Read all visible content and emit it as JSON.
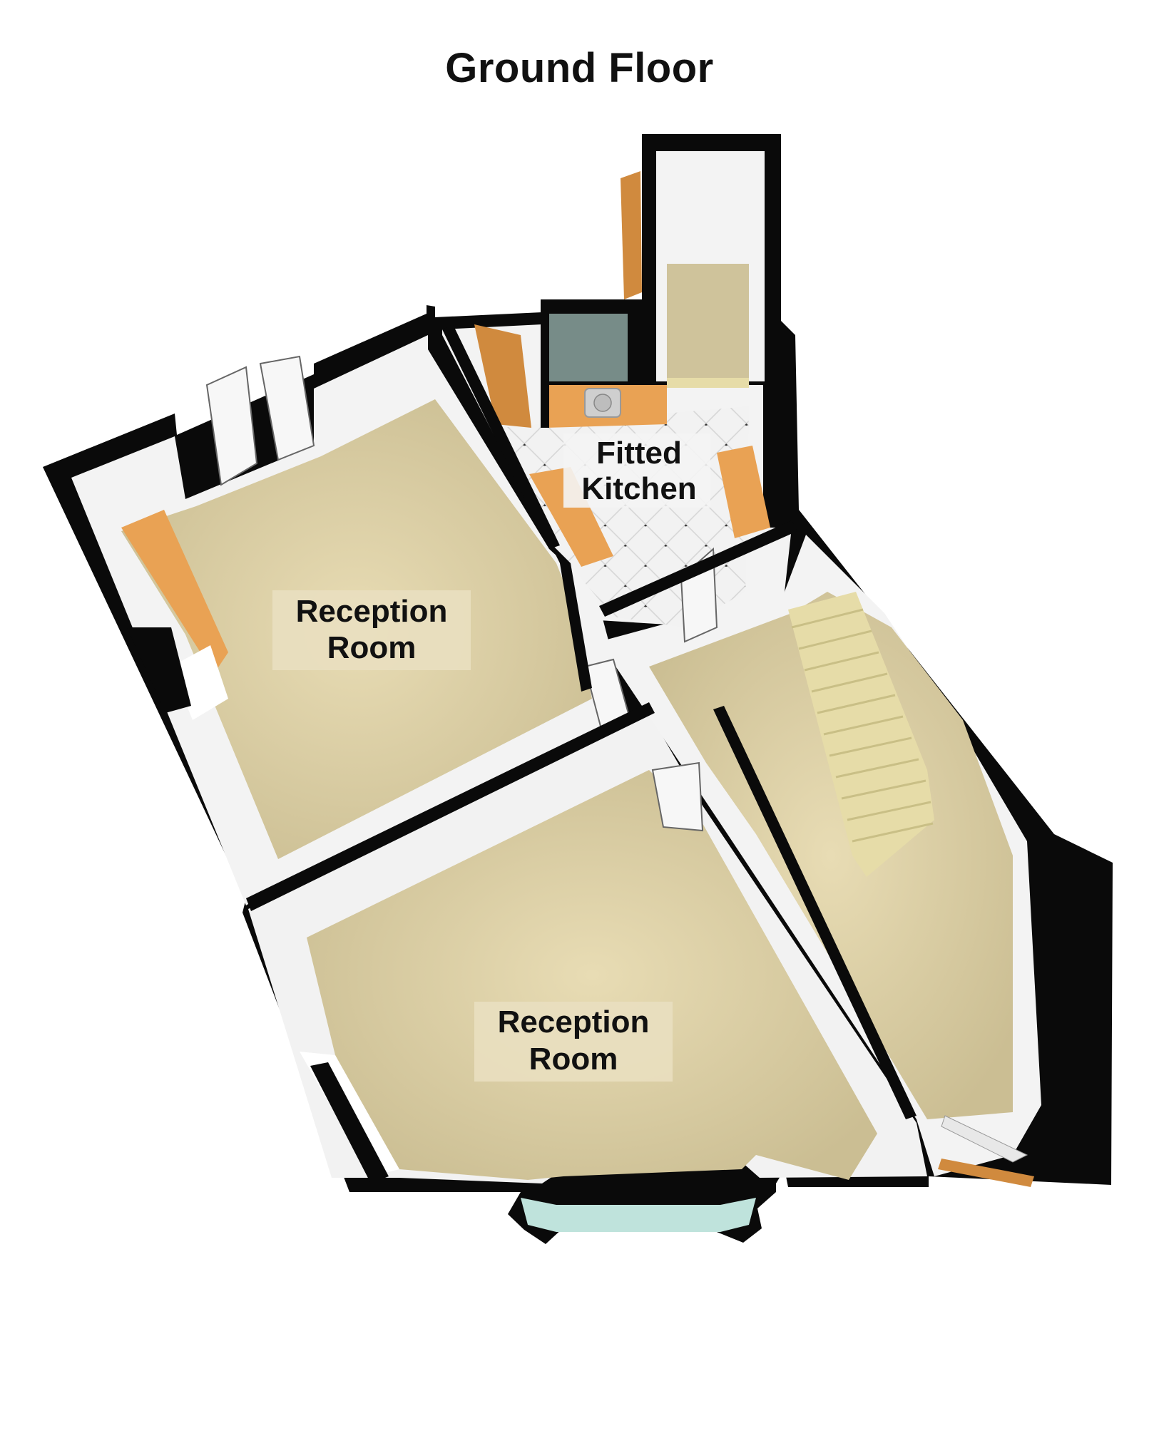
{
  "title": "Ground Floor",
  "rooms": {
    "reception_upper": {
      "line1": "Reception",
      "line2": "Room"
    },
    "reception_lower": {
      "line1": "Reception",
      "line2": "Room"
    },
    "kitchen": {
      "line1": "Fitted",
      "line2": "Kitchen"
    }
  },
  "colors": {
    "wall": "#0a0a0a",
    "carpet": "#cfc39b",
    "wall_face": "#f4f4f4",
    "worktop": "#e8a45a",
    "door": "#d08a3e",
    "floor_tile": "#eeeeee",
    "stair": "#e6dca8",
    "glass": "#bfe3dc"
  }
}
